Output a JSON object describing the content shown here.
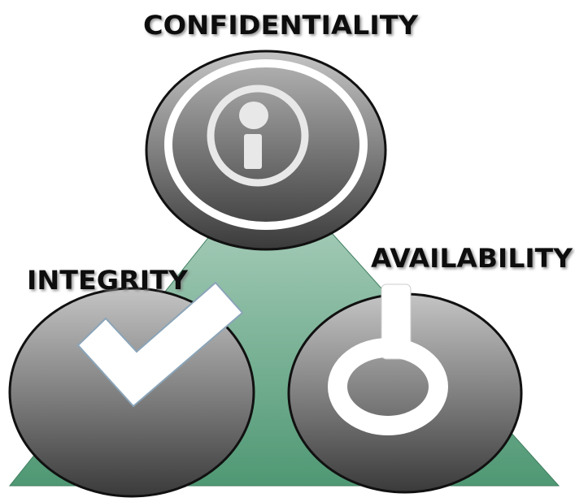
{
  "labels": {
    "confidentiality": "CONFIDENTIALITY",
    "integrity": "INTEGRITY",
    "availability": "AVAILABILITY"
  },
  "colors": {
    "triangle_top": "#b7d6c6",
    "triangle_bottom": "#4f9874",
    "circle_light": "#bdbdbd",
    "circle_dark": "#3a3a3a",
    "icon_white": "#ffffff",
    "outline": "#111111"
  },
  "icons": {
    "confidentiality": "info-icon",
    "integrity": "checkmark-icon",
    "availability": "power-icon"
  }
}
